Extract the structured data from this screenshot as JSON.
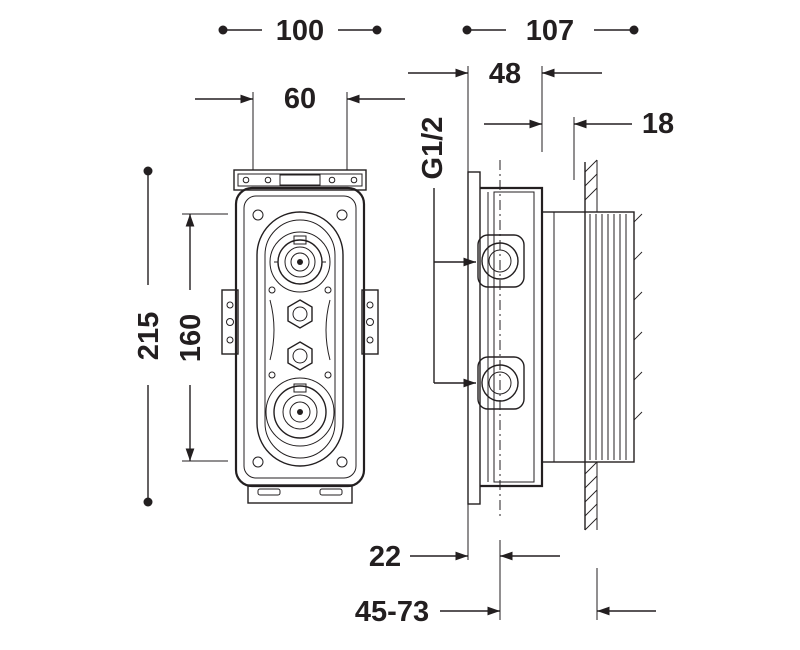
{
  "dimensions": {
    "front_width": "100",
    "side_depth": "107",
    "inner_width": "60",
    "depth_48": "48",
    "depth_18": "18",
    "thread": "G1/2",
    "total_height": "215",
    "inner_height": "160",
    "min_offset": "22",
    "install_range": "45-73"
  },
  "colors": {
    "line": "#231f20",
    "background": "#ffffff"
  }
}
